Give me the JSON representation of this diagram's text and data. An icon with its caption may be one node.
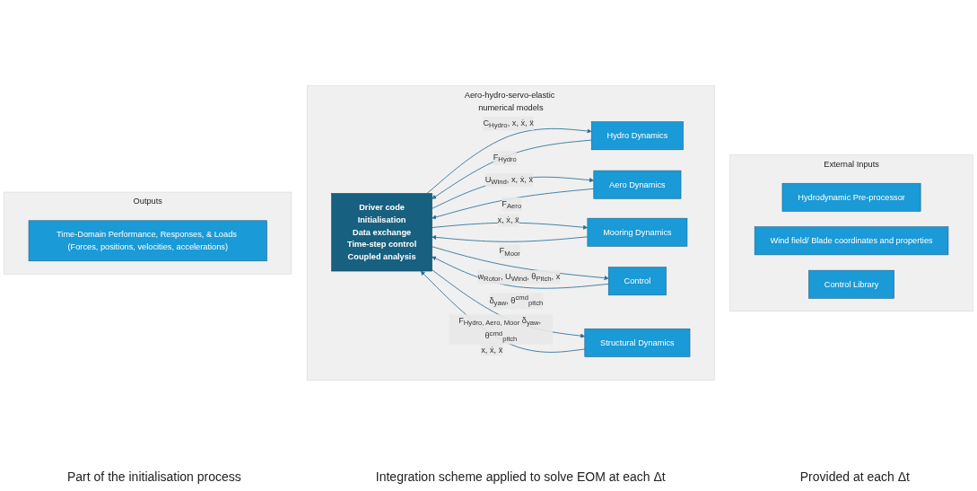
{
  "diagram": {
    "nodes": [
      {
        "text": [
          "External Inputs"
        ]
      },
      {
        "text": [
          "Hydrodynamic Pre-processor"
        ],
        "in": 0
      },
      {
        "text": [
          "Wind field/ Blade coordinates and properties"
        ],
        "in": 0
      },
      {
        "text": [
          "Control Library"
        ],
        "in": 0
      },
      {
        "text": [
          "Aero-hydro-servo-elastic numerical models"
        ]
      },
      {
        "text": [
          "Driver code",
          "Initialisation",
          "Data exchange",
          "Time-step control",
          "Coupled analysis"
        ],
        "in": 4
      },
      {
        "text": [
          "Hydro Dynamics"
        ],
        "in": 4
      },
      {
        "text": [
          "Aero Dynamics"
        ],
        "in": 4
      },
      {
        "text": [
          "Mooring Dynamics"
        ],
        "in": 4
      },
      {
        "text": [
          "Control"
        ],
        "in": 4
      },
      {
        "text": [
          "Structural Dynamics"
        ],
        "in": 4
      },
      {
        "text": [
          "Outputs"
        ]
      },
      {
        "text": [
          "Time-Domain Performance, Responses, & Loads (Forces, positions, velocities, accelerations)"
        ],
        "in": 11
      }
    ],
    "edges": [
      {
        "from": 5,
        "to": 6,
        "arrow": "to",
        "label": "C$_{Hydro}$, x, ẋ, ẍ"
      },
      {
        "from": 6,
        "to": 5,
        "arrow": "to",
        "label": "F$_{Hydro}$"
      },
      {
        "from": 5,
        "to": 7,
        "arrow": "to",
        "label": "U$_{Wind}$, x, ẋ, ẍ"
      },
      {
        "from": 7,
        "to": 5,
        "arrow": "to",
        "label": "F$_{Aero}$"
      },
      {
        "from": 5,
        "to": 8,
        "arrow": "to",
        "label": "x, ẋ, ẍ"
      },
      {
        "from": 8,
        "to": 5,
        "arrow": "to",
        "label": "F$_{Moor}$"
      },
      {
        "from": 5,
        "to": 9,
        "arrow": "to",
        "label": "w$_{Rotor}$, U$_{Wind}$, θ$_{Pitch}$, x"
      },
      {
        "from": 9,
        "to": 5,
        "arrow": "to",
        "label": "δ$_{yaw}$, θ$^{cmd}$$_{pitch}$"
      },
      {
        "from": 5,
        "to": 10,
        "arrow": "to",
        "label": "F$_{Hydro, Aero, Moor}$ δ$_{yaw}$, θ$^{cmd}$$_{pitch}$"
      },
      {
        "from": 10,
        "to": 5,
        "arrow": "to",
        "label": "x, ẋ, ẍ"
      }
    ],
    "labels": [
      "Part of the initialisation process",
      "Integration scheme applied to solve EOM at each Δt",
      "Provided at each Δt"
    ]
  }
}
